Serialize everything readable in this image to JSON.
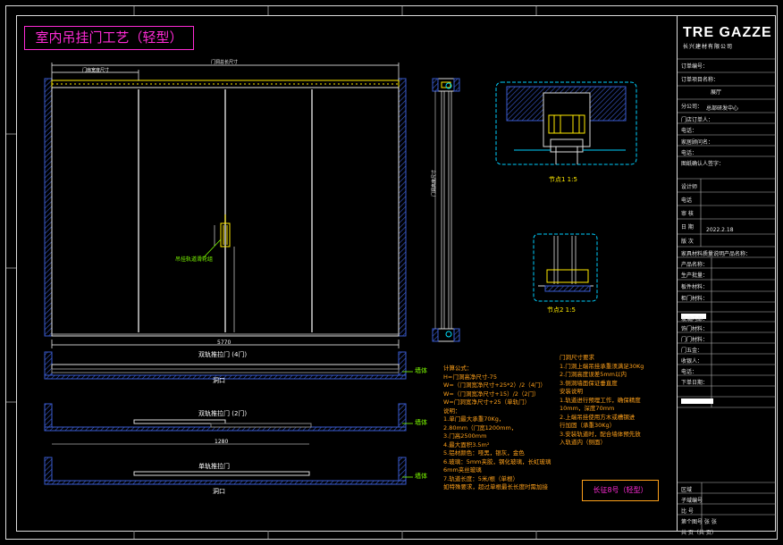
{
  "title": "室内吊挂门工艺（轻型）",
  "brand": {
    "logo": "TRE GAZZE",
    "sub": "长兴建材有限公司"
  },
  "dims": {
    "top_overall": "门洞总长尺寸",
    "top_inner": "门扇宽度尺寸",
    "bottom_width": "5770",
    "plan2_width": "1280",
    "side_height": "门洞高度尺寸"
  },
  "labels": {
    "hanger": "吊挂轨道滑轮组",
    "plan1": "双轨推拉门 (4门)",
    "plan2": "双轨推拉门 (2门)",
    "plan3": "单轨推拉门",
    "opening": "洞口",
    "wall": "墙体",
    "node1": "节点1  1:5",
    "node2": "节点2  1:5"
  },
  "calc_notes": [
    "计算公式：",
    "H=门洞高净尺寸-75",
    "W=（门洞宽净尺寸+25*2）/2（4门）",
    "W=（门洞宽净尺寸+15）/2（2门）",
    "W=门洞宽净尺寸+25（单轨门）",
    "说明：",
    "1.单门最大承重70Kg，",
    "2.80mm（门宽1200mm，",
    "3.门高2500mm",
    "4.最大面积3.5m²",
    "5.铝材颜色：哑黑，银灰，金色",
    "6.玻璃：5mm夹胶，钢化玻璃，长虹玻璃",
    "  6mm夹丝玻璃",
    "7.轨道长度：5米/根（单根）",
    "  如特殊要求，超过单根最长长度时需加接"
  ],
  "install_notes": [
    "门洞尺寸要求",
    "1.门洞上端吊挂承重须满足30Kg",
    "2.门洞高度误差5mm以内",
    "3.侧洞墙面保证垂直度",
    "安装说明",
    "1.轨道进行预埋工作，确保精度",
    "  10mm，深度70mm",
    "2.上端吊挂使用方木或槽钢进",
    "  行加固（承重30Kg）",
    "3.安装轨道时，配合墙体预先放",
    "  入轨道内（侧面）"
  ],
  "badge": "长征8号（轻型）",
  "title_block": {
    "rows1": [
      "订单编号：",
      "订单项目名称：",
      "",
      "分公司：",
      "门店订单人：",
      "电话：",
      "家居顾问名：",
      "电话：",
      "图纸确认人签字："
    ],
    "values1": {
      "project": "展厅",
      "branch": "总部研发中心"
    },
    "rows2": [
      "设计师",
      "电话",
      "审  核",
      "日  期",
      "版  次"
    ],
    "date": "2022.2.18",
    "rows3": [
      "家具材料质量说明产品名称：",
      "产品名称：",
      "生产批量：",
      "板件材料：",
      "柜门材料：",
      "",
      "玻璃内部：",
      "饰门材料：",
      "门门材料：",
      "门五金：",
      "收银人：",
      "电话：",
      "下单日期："
    ],
    "rows4": [
      "区域",
      "子域编号",
      "比  号",
      "第个图号  张  张",
      "共    页（共    页）"
    ]
  }
}
